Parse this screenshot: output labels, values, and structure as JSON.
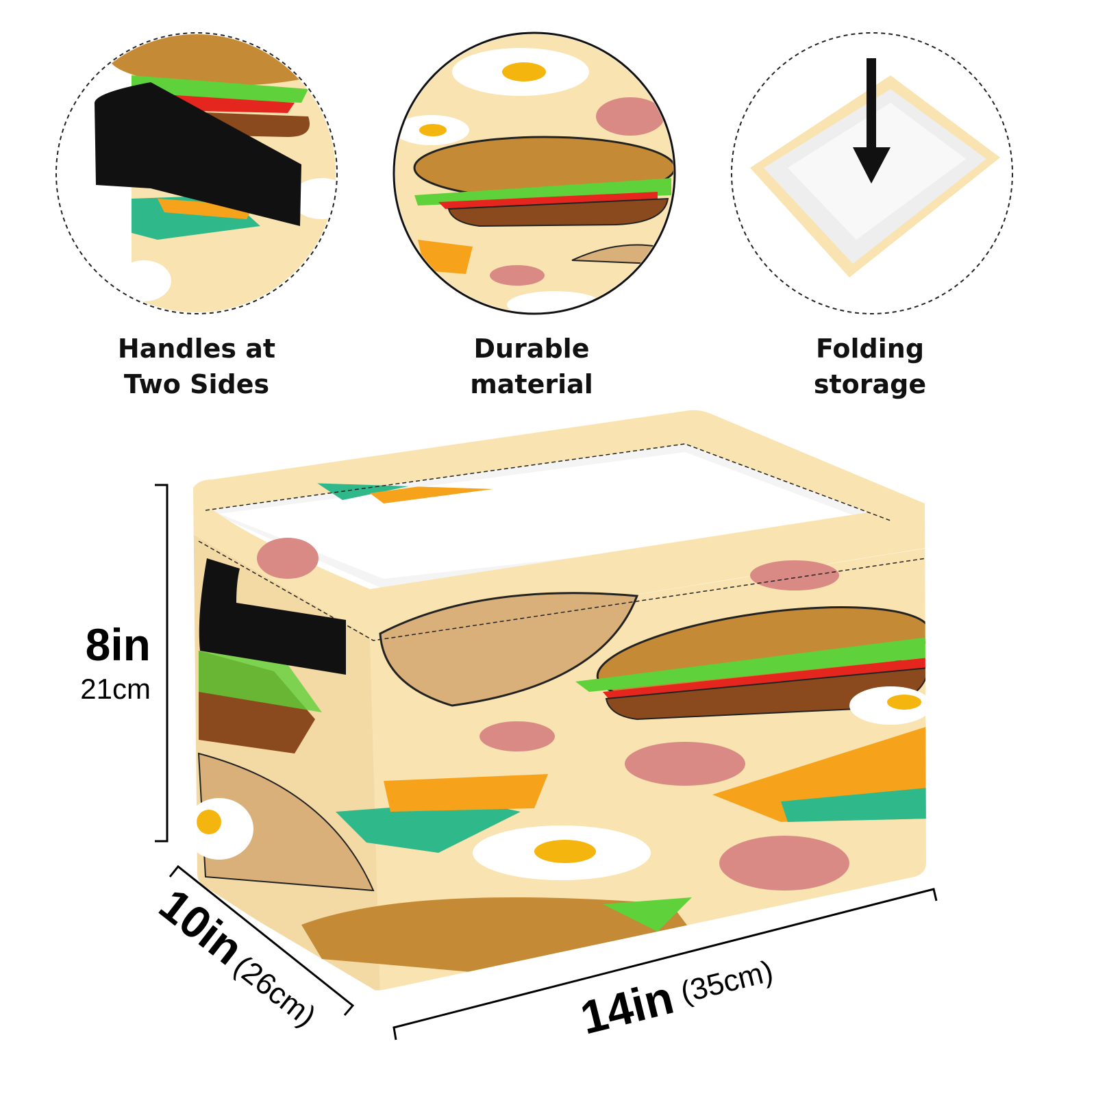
{
  "features": [
    {
      "line1": "Handles at",
      "line2": "Two Sides",
      "icon": "handle-closeup"
    },
    {
      "line1": "Durable",
      "line2": "material",
      "icon": "fabric-closeup"
    },
    {
      "line1": "Folding",
      "line2": "storage",
      "icon": "folding-arrow"
    }
  ],
  "dimensions": {
    "height_in": "8in",
    "height_cm": "21cm",
    "depth_in": "10in",
    "depth_cm": "(26cm)",
    "width_in": "14in",
    "width_cm": "(35cm)"
  },
  "colors": {
    "fabric": "#f9e3b0",
    "bun": "#c58a35",
    "lettuce": "#5fd13a",
    "tomato": "#e5261e",
    "salami": "#d98a84",
    "fries_box": "#2fb98a",
    "handle": "#111111"
  }
}
